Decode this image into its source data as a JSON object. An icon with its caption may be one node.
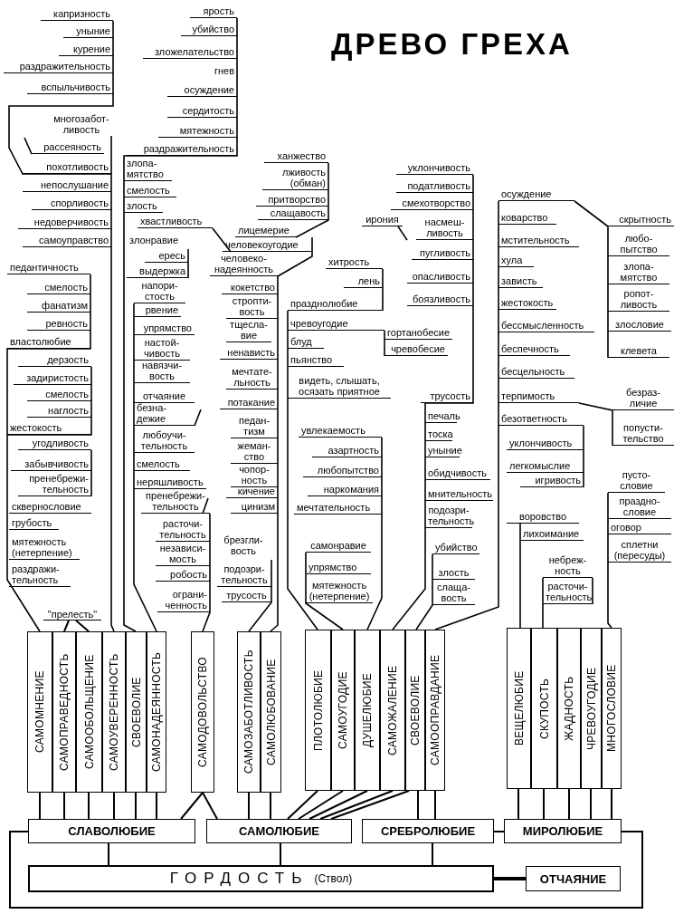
{
  "diagram": {
    "title": "ДРЕВО ГРЕХА",
    "nodes": [
      {
        "text": [
          "ГОРДОСТЬ",
          "(Ствол)"
        ]
      },
      {
        "text": [
          "ОТЧАЯНИЕ"
        ]
      },
      {
        "text": [
          "СЛАВОЛЮБИЕ"
        ]
      },
      {
        "text": [
          "САМОЛЮБИЕ"
        ]
      },
      {
        "text": [
          "СРЕБРОЛЮБИЕ"
        ]
      },
      {
        "text": [
          "МИРОЛЮБИЕ"
        ]
      },
      {
        "text": [
          "САМОМНЕНИЕ"
        ]
      },
      {
        "text": [
          "САМОПРАВЕДНОСТЬ"
        ]
      },
      {
        "text": [
          "САМООБОЛЬЩЕНИЕ"
        ]
      },
      {
        "text": [
          "САМОУВЕРЕННОСТЬ"
        ]
      },
      {
        "text": [
          "СВОЕВОЛИЕ"
        ]
      },
      {
        "text": [
          "САМОНАДЕЯННОСТЬ"
        ]
      },
      {
        "text": [
          "САМОДОВОЛЬСТВО"
        ]
      },
      {
        "text": [
          "САМОЗАБОТЛИВОСТЬ"
        ]
      },
      {
        "text": [
          "САМОЛЮБОВАНИЕ"
        ]
      },
      {
        "text": [
          "ПЛОТОЛЮБИЕ"
        ]
      },
      {
        "text": [
          "САМОУГОДИЕ"
        ]
      },
      {
        "text": [
          "ДУШЕЛЮБИЕ"
        ]
      },
      {
        "text": [
          "САМОЖАЛЕНИЕ"
        ]
      },
      {
        "text": [
          "СВОЕВОЛИЕ"
        ]
      },
      {
        "text": [
          "САМООПРАВДАНИЕ"
        ]
      },
      {
        "text": [
          "ВЕЩЕЛЮБИЕ"
        ]
      },
      {
        "text": [
          "СКУПОСТЬ"
        ]
      },
      {
        "text": [
          "ЖАДНОСТЬ"
        ]
      },
      {
        "text": [
          "ЧРЕВОУГОДИЕ"
        ]
      },
      {
        "text": [
          "МНОГОСЛОВИЕ"
        ]
      },
      {
        "text": [
          "\"прелесть\""
        ]
      }
    ],
    "edges": [
      {
        "from": 0,
        "to": 2,
        "arrow": "none"
      },
      {
        "from": 0,
        "to": 3,
        "arrow": "none"
      },
      {
        "from": 0,
        "to": 4,
        "arrow": "none"
      },
      {
        "from": 0,
        "to": 1,
        "arrow": "none",
        "style": "thick"
      },
      {
        "from": 4,
        "to": 5,
        "arrow": "none"
      },
      {
        "from": 2,
        "to": 5,
        "arrow": "none"
      },
      {
        "from": 6,
        "to": 2,
        "arrow": "none"
      },
      {
        "from": 7,
        "to": 2,
        "arrow": "none"
      },
      {
        "from": 8,
        "to": 2,
        "arrow": "none"
      },
      {
        "from": 9,
        "to": 2,
        "arrow": "none"
      },
      {
        "from": 10,
        "to": 2,
        "arrow": "none"
      },
      {
        "from": 11,
        "to": 2,
        "arrow": "none"
      },
      {
        "from": 12,
        "to": 2,
        "arrow": "none"
      },
      {
        "from": 12,
        "to": 3,
        "arrow": "none"
      },
      {
        "from": 13,
        "to": 3,
        "arrow": "none"
      },
      {
        "from": 14,
        "to": 3,
        "arrow": "none"
      },
      {
        "from": 15,
        "to": 3,
        "arrow": "none"
      },
      {
        "from": 16,
        "to": 3,
        "arrow": "none"
      },
      {
        "from": 17,
        "to": 3,
        "arrow": "none"
      },
      {
        "from": 18,
        "to": 3,
        "arrow": "none"
      },
      {
        "from": 19,
        "to": 3,
        "arrow": "none"
      },
      {
        "from": 19,
        "to": 4,
        "arrow": "none"
      },
      {
        "from": 20,
        "to": 4,
        "arrow": "none"
      },
      {
        "from": 21,
        "to": 5,
        "arrow": "none"
      },
      {
        "from": 22,
        "to": 5,
        "arrow": "none"
      },
      {
        "from": 23,
        "to": 5,
        "arrow": "none"
      },
      {
        "from": 24,
        "to": 5,
        "arrow": "none"
      },
      {
        "from": 25,
        "to": 5,
        "arrow": "none"
      },
      {
        "from": 26,
        "to": 7,
        "arrow": "none"
      },
      {
        "from": 26,
        "to": 8,
        "arrow": "none"
      }
    ],
    "labels": [
      "капризность",
      "уныние",
      "курение",
      "раздражительность",
      "вспыльчивость",
      "многозабот- ливость",
      "рассеяность",
      "похотливость",
      "непослушание",
      "спорливость",
      "недоверчивость",
      "самоуправство",
      "педантичность",
      "смелость",
      "фанатизм",
      "ревность",
      "властолюбие",
      "дерзость",
      "задиристость",
      "смелость",
      "наглость",
      "жестокость",
      "угодливость",
      "забывчивость",
      "пренебрежи- тельность",
      "сквернословие",
      "грубость",
      "мятежность (нетерпение)",
      "раздражи- тельность",
      "ярость",
      "убийство",
      "зложелательство",
      "гнев",
      "осуждение",
      "сердитость",
      "мятежность",
      "раздражительность",
      "злопа- мятство",
      "смелость",
      "злость",
      "хвастливость",
      "злонравие",
      "ересь",
      "выдержка",
      "напори- стость",
      "рвение",
      "упрямство",
      "настой- чивость",
      "навязчи- вость",
      "отчаяние",
      "безна- дежие",
      "любоучи- тельность",
      "смелость",
      "неряшливость",
      "пренебрежи- тельность",
      "расточи- тельность",
      "независи- мость",
      "робость",
      "ограни- ченность",
      "ханжество",
      "лживость (обман)",
      "притворство",
      "слащавость",
      "лицемерие",
      "человекоугодие",
      "человеко- надеянность",
      "кокетство",
      "стропти- вость",
      "тщесла- вие",
      "ненависть",
      "мечтате- льность",
      "потакание",
      "педан- тизм",
      "жеман- ство",
      "чопор- ность",
      "кичение",
      "цинизм",
      "брезгли- вость",
      "подозри- тельность",
      "трусость",
      "хитрость",
      "лень",
      "празднолюбие",
      "чревоугодие",
      "гортанобесие",
      "чревобесие",
      "блуд",
      "пьянство",
      "видеть, слышать, осязать приятное",
      "увлекаемость",
      "азартность",
      "любопытство",
      "наркомания",
      "мечтательность",
      "самонравие",
      "упрямство",
      "мятежность (нетерпение)",
      "уклончивость",
      "податливость",
      "смехотворство",
      "ирония",
      "насмеш- ливость",
      "пугливость",
      "опасливость",
      "боязливость",
      "трусость",
      "печаль",
      "тоска",
      "уныние",
      "обидчивость",
      "мнительность",
      "подозри- тельность",
      "убийство",
      "злость",
      "слаща- вость",
      "осуждение",
      "коварство",
      "мстительность",
      "хула",
      "зависть",
      "жестокость",
      "бессмысленность",
      "беспечность",
      "бесцельность",
      "терпимость",
      "безответность",
      "уклончивость",
      "легкомыслие",
      "игривость",
      "скрытность",
      "любо- пытство",
      "злопа- мятство",
      "ропот- ливость",
      "злословие",
      "клевета",
      "безраз- личие",
      "попусти- тельство",
      "пусто- словие",
      "праздно- словие",
      "оговор",
      "сплетни (пересуды)",
      "воровство",
      "лихоимание",
      "небреж- ность",
      "расточи- тельность"
    ]
  }
}
